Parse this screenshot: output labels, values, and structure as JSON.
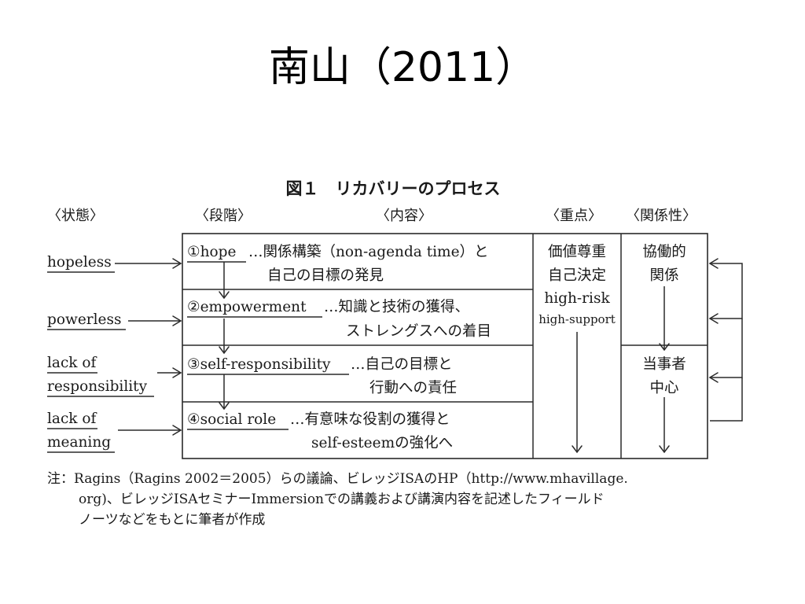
{
  "slide": {
    "title": "南山（2011）"
  },
  "figure": {
    "title": "図１　リカバリーのプロセス",
    "headers": {
      "state": "〈状態〉",
      "stage": "〈段階〉",
      "content": "〈内容〉",
      "focus": "〈重点〉",
      "relation": "〈関係性〉"
    },
    "states": {
      "s1": "hopeless",
      "s2": "powerless",
      "s3_line1": "lack of",
      "s3_line2": "responsibility",
      "s4_line1": "lack of",
      "s4_line2": "meaning"
    },
    "stages": {
      "r1_label": "①hope",
      "r1_text1": "…関係構築（non-agenda time）と",
      "r1_text2": "自己の目標の発見",
      "r2_label": "②empowerment",
      "r2_text1": "…知識と技術の獲得、",
      "r2_text2": "ストレングスへの着目",
      "r3_label": "③self-responsibility",
      "r3_text1": "…自己の目標と",
      "r3_text2": "行動への責任",
      "r4_label": "④social role",
      "r4_text1": "…有意味な役割の獲得と",
      "r4_text2": "self-esteemの強化へ"
    },
    "focus": {
      "line1": "価値尊重",
      "line2": "自己決定",
      "line3": "high-risk",
      "line4": "high-support"
    },
    "relation": {
      "top_line1": "協働的",
      "top_line2": "関係",
      "bottom_line1": "当事者",
      "bottom_line2": "中心"
    },
    "note": {
      "line1": "注：Ragins（Ragins 2002＝2005）らの議論、ビレッジISAのHP（http://www.mhavillage.",
      "line2": "org)、ビレッジISAセミナーImmersionでの講義および講演内容を記述したフィールド",
      "line3": "ノーツなどをもとに筆者が作成"
    }
  }
}
